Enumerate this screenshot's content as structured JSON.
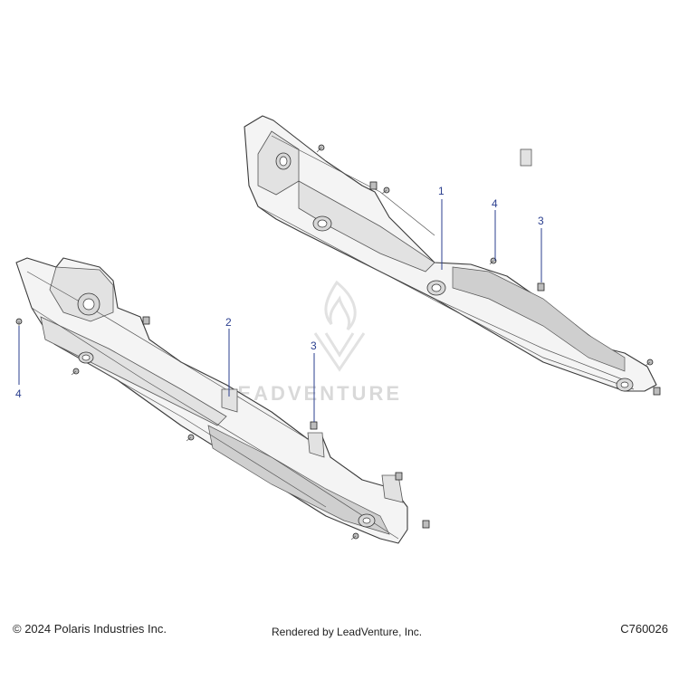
{
  "callouts": [
    "1",
    "2",
    "3",
    "4"
  ],
  "watermark": "LEADVENTURE",
  "footer": {
    "copyright": "© 2024 Polaris Industries Inc.",
    "rendered_by": "Rendered by LeadVenture, Inc.",
    "diagram_code": "C760026"
  },
  "colors": {
    "callout": "#2b3f8f",
    "line_art": "#3a3a3a",
    "watermark": "#d9d9d9"
  }
}
